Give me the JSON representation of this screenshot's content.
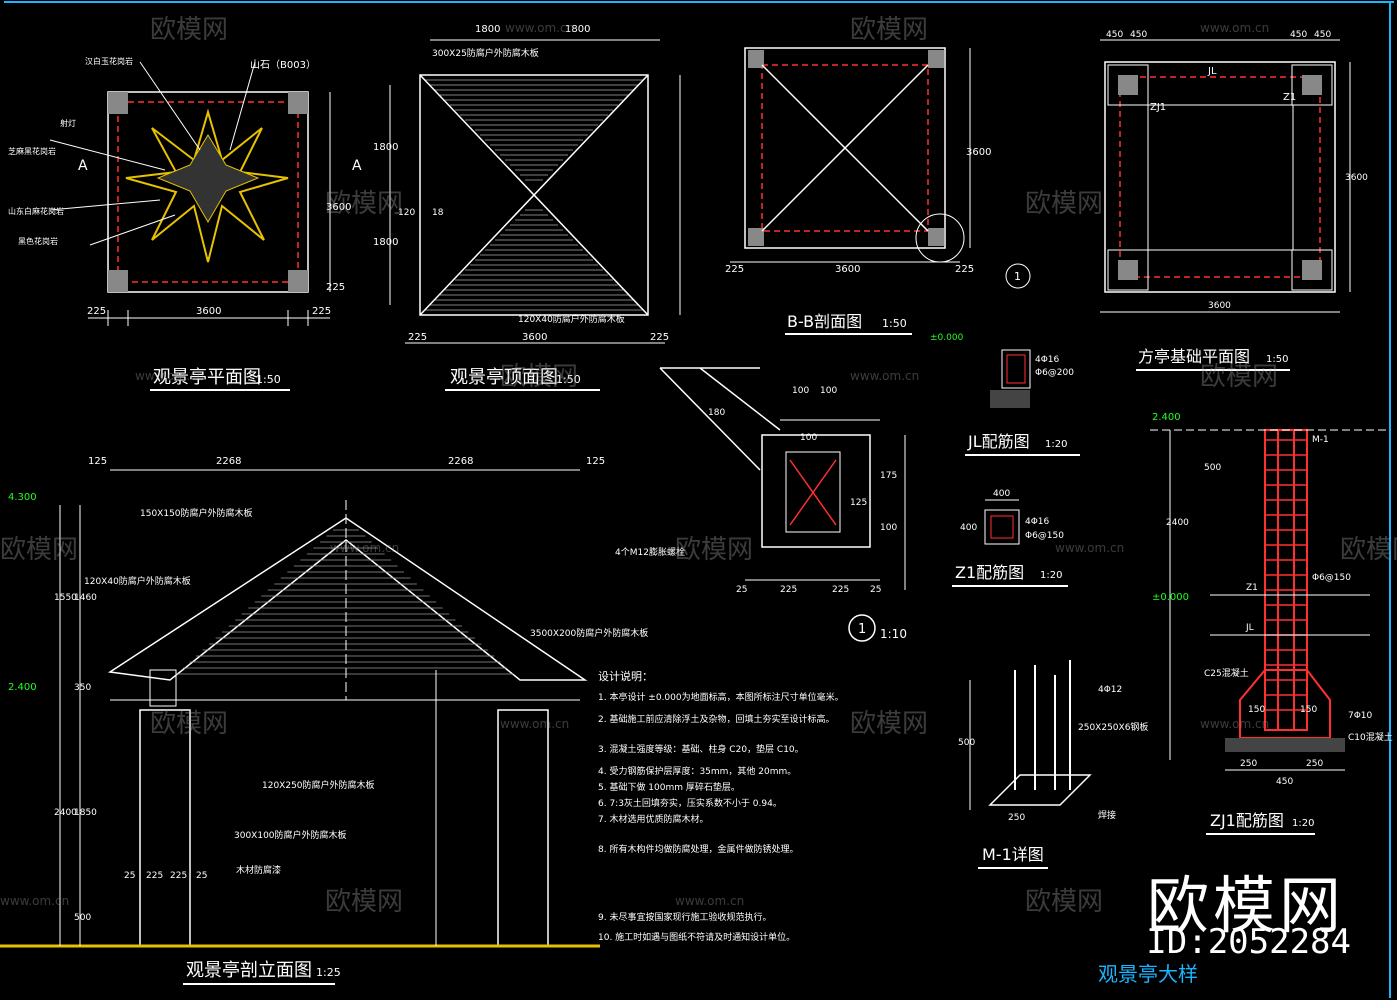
{
  "watermark": {
    "site": "www.om.cn",
    "brand": "欧模网",
    "id": "ID:2052284"
  },
  "sheet_title": "观景亭大样",
  "views": {
    "plan": {
      "title": "观景亭平面图",
      "scale": "1:50",
      "label_a": "A",
      "label_b003": "山石（B003）",
      "dims": [
        "225",
        "3600",
        "225",
        "3600",
        "225"
      ],
      "notes": [
        "汉白玉花岗岩",
        "芝麻黑花岗岩",
        "山东白麻花岗岩",
        "射灯",
        "黑色花岗岩"
      ]
    },
    "roof": {
      "title": "观景亭顶面图",
      "scale": "1:50",
      "dims_top": [
        "1800",
        "1800"
      ],
      "dims_left": [
        "1800",
        "1800"
      ],
      "dims_bottom": [
        "225",
        "3600",
        "225"
      ],
      "dim_mid": "120",
      "dim_side": "18",
      "note_top": "300X25防腐户外防腐木板",
      "note_bottom": "120X40防腐户外防腐木板"
    },
    "section_bb": {
      "title": "B-B剖面图",
      "scale": "1:50",
      "dims": [
        "225",
        "3600",
        "225"
      ],
      "dim_side": "3600",
      "callout": "1"
    },
    "foundation": {
      "title": "方亭基础平面图",
      "scale": "1:50",
      "labels": [
        "JL",
        "ZJ1",
        "Z1"
      ],
      "dims_top": [
        "450",
        "450",
        "450",
        "450"
      ],
      "dim_side": "3600",
      "dim_bottom": "3600"
    },
    "jl": {
      "title": "JL配筋图",
      "scale": "1:20",
      "elev": "±0.000",
      "notes": [
        "4Φ16",
        "Φ6@200"
      ]
    },
    "z1": {
      "title": "Z1配筋图",
      "scale": "1:20",
      "dims": [
        "400",
        "400"
      ],
      "notes": [
        "4Φ16",
        "Φ6@150"
      ]
    },
    "m1": {
      "title": "M-1详图",
      "dims": [
        "500",
        "250",
        "250X250X6钢板"
      ],
      "notes": [
        "4Φ12",
        "焊接"
      ]
    },
    "zj1": {
      "title": "ZJ1配筋图",
      "scale": "1:20",
      "elevs": [
        "2.400",
        "±0.000"
      ],
      "dims_side": [
        "500",
        "2400"
      ],
      "dims_bottom": [
        "250",
        "250",
        "450",
        "150",
        "150"
      ],
      "labels": [
        "M-1",
        "Z1",
        "JL",
        "C25混凝土",
        "Φ6@150",
        "7Φ10",
        "C10混凝土"
      ]
    },
    "detail1": {
      "callout": "1",
      "scale": "1:10",
      "dims_top": [
        "100",
        "100",
        "100"
      ],
      "dims_bottom": [
        "25",
        "225",
        "225",
        "25"
      ],
      "dims_right": [
        "175",
        "100",
        "125"
      ],
      "label_d": "180",
      "note": "4个M12膨胀螺栓"
    },
    "elevation": {
      "title": "观景亭剖立面图",
      "scale": "1:25",
      "dims_top": [
        "125",
        "2268",
        "2268",
        "125"
      ],
      "dims_left": [
        "1550",
        "1460",
        "350",
        "1850",
        "2400",
        "500"
      ],
      "elevs": [
        "4.300",
        "2.400"
      ],
      "notes": [
        "150X150防腐户外防腐木板",
        "120X40防腐户外防腐木板",
        "3500X200防腐户外防腐木板",
        "120X250防腐户外防腐木板",
        "300X100防腐户外防腐木板",
        "木材防腐漆"
      ],
      "dims_bottom": [
        "25",
        "225",
        "225",
        "25"
      ]
    },
    "notes_block": {
      "title": "设计说明：",
      "lines": [
        "1. 本亭设计 ±0.000为地面标高，本图所标注尺寸单位毫米。",
        "2. 基础施工前应清除浮土及杂物，回填土夯实至设计标高。",
        "3. 混凝土强度等级：基础、柱身 C20，垫层 C10。",
        "4. 受力钢筋保护层厚度：35mm，其他 20mm。",
        "5. 基础下做 100mm 厚碎石垫层。",
        "6. 7:3灰土回填夯实，压实系数不小于 0.94。",
        "7. 木材选用优质防腐木材。",
        "8. 所有木构件均做防腐处理，金属件做防锈处理。",
        "9. 未尽事宜按国家现行施工验收规范执行。",
        "10. 施工时如遇与图纸不符请及时通知设计单位。"
      ]
    }
  }
}
